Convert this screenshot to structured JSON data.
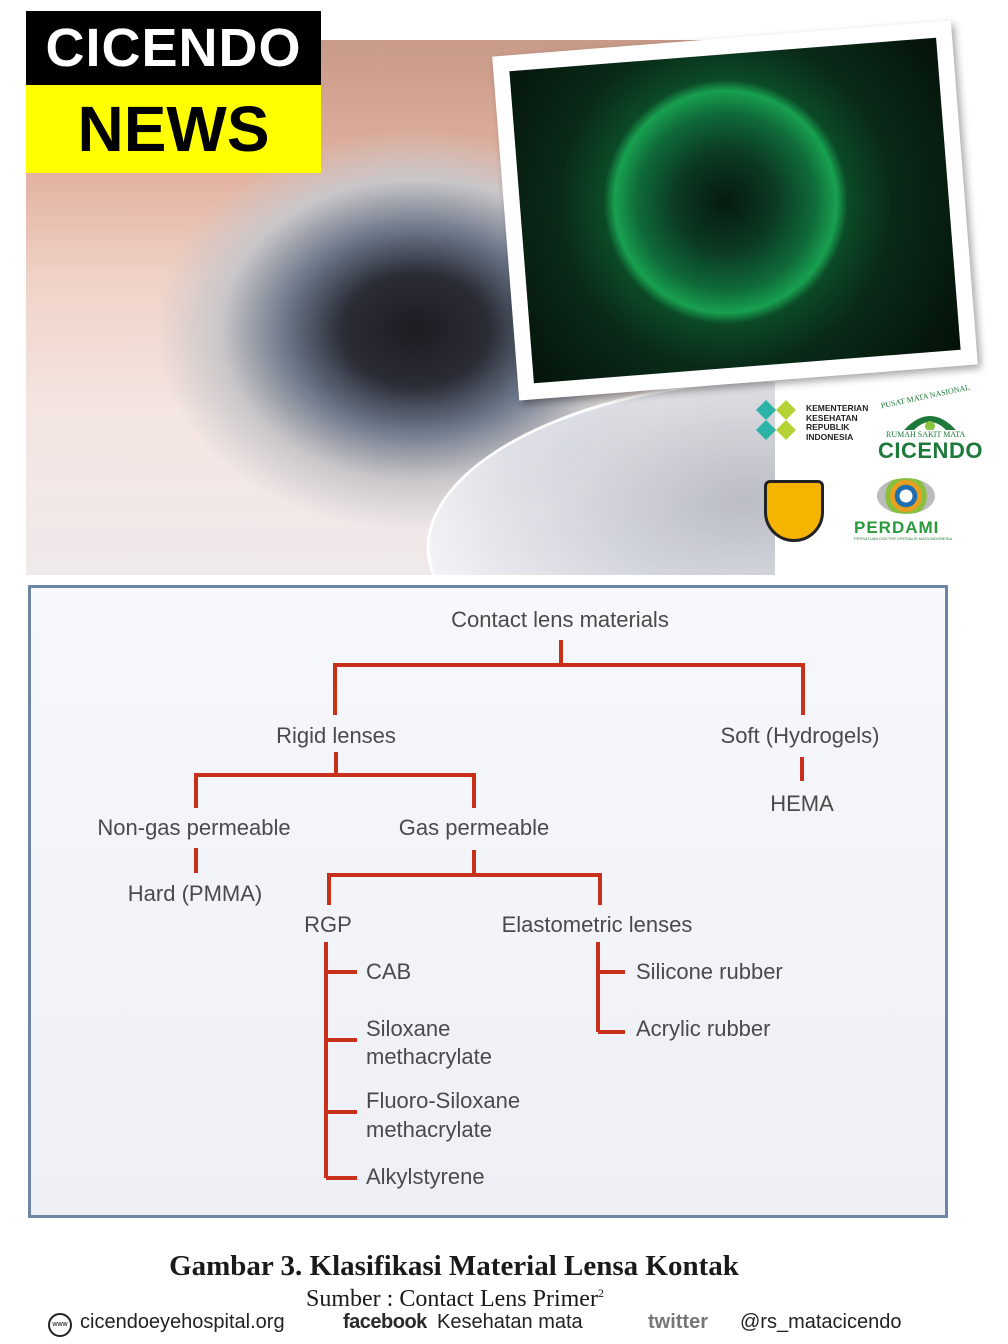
{
  "brand": {
    "line1": "CICENDO",
    "line2": "NEWS"
  },
  "logos": {
    "kemenkes": [
      "KEMENTERIAN",
      "KESEHATAN",
      "REPUBLIK",
      "INDONESIA"
    ],
    "cicendo_arc": "PUSAT MATA NASIONAL",
    "cicendo_sub": "RUMAH SAKIT MATA",
    "cicendo_name": "CICENDO",
    "perdami": "PERDAMI",
    "perdami_sub": "PERSATUAN DOKTER SPESIALIS MATA INDONESIA"
  },
  "diagram": {
    "root": "Contact lens materials",
    "rigid": "Rigid lenses",
    "soft": "Soft (Hydrogels)",
    "hema": "HEMA",
    "non_gas": "Non-gas permeable",
    "gas": "Gas permeable",
    "hard": "Hard (PMMA)",
    "rgp": "RGP",
    "elasto": "Elastometric lenses",
    "cab": "CAB",
    "silox1": "Siloxane",
    "silox2": "methacrylate",
    "fluoro1": "Fluoro-Siloxane",
    "fluoro2": "methacrylate",
    "alkyl": "Alkylstyrene",
    "silicone": "Silicone rubber",
    "acrylic": "Acrylic rubber",
    "line_color": "#c8301c"
  },
  "caption": "Gambar 3. Klasifikasi Material Lensa Kontak",
  "source": "Sumber : Contact Lens Primer",
  "source_ref": "2",
  "footer": {
    "www_icon": "www",
    "website": "cicendoeyehospital.org",
    "facebook_label": "facebook",
    "facebook_page": "Kesehatan mata",
    "twitter_label": "twitter",
    "twitter_handle": "@rs_matacicendo"
  }
}
